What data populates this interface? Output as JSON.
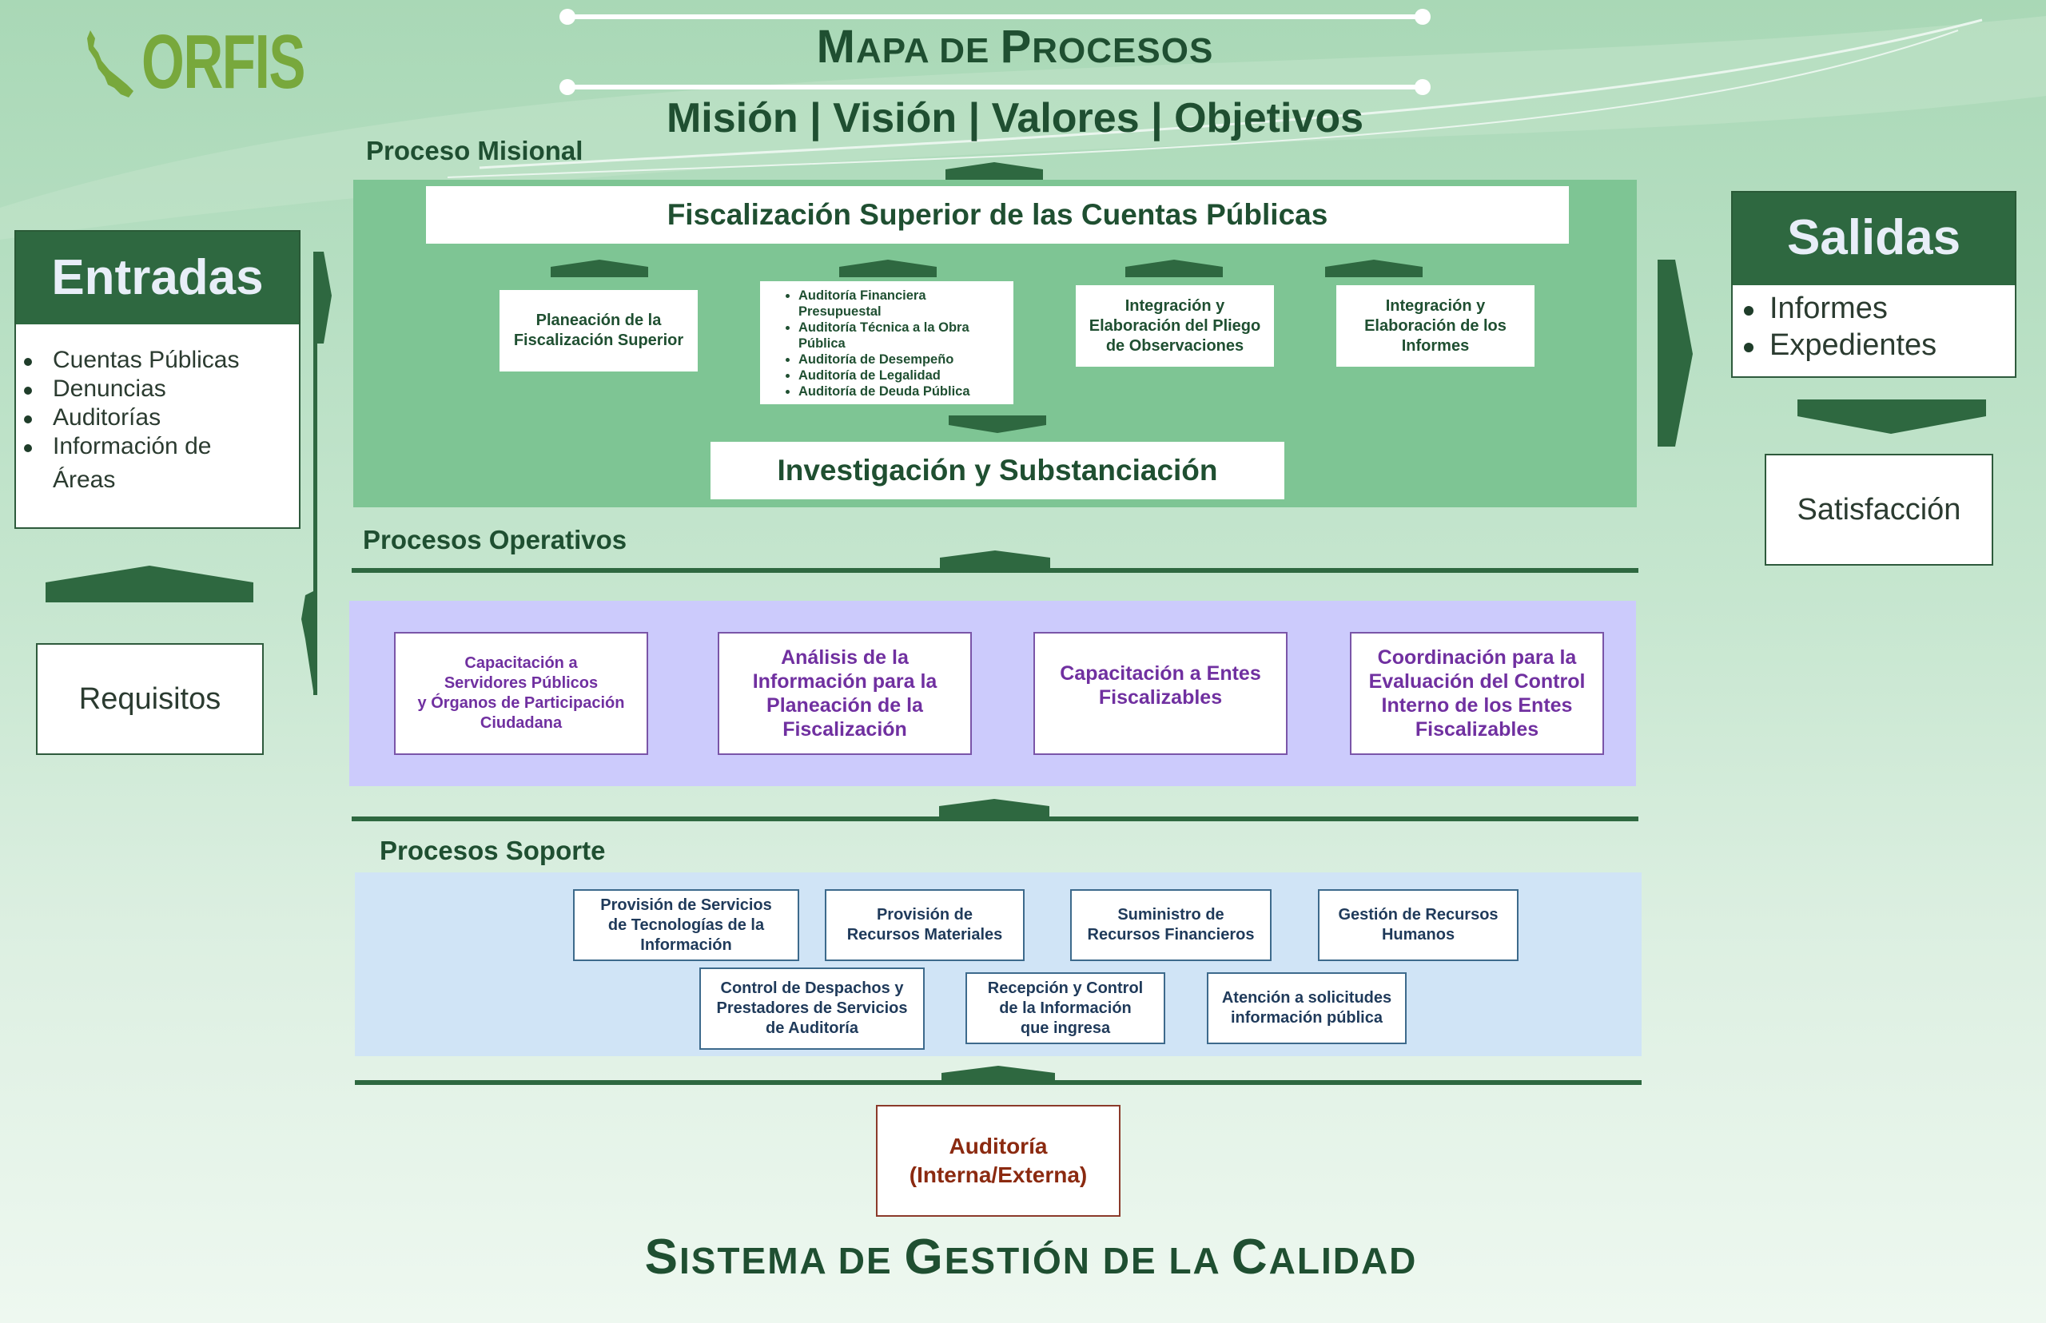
{
  "logo": {
    "text": "ORFIS"
  },
  "header": {
    "title_parts": [
      {
        "cap": "M",
        "rest": "APA DE "
      },
      {
        "cap": "P",
        "rest": "ROCESOS"
      }
    ],
    "subtitle": "Misión | Visión | Valores | Objetivos"
  },
  "entradas": {
    "title": "Entradas",
    "items": [
      "Cuentas Públicas",
      "Denuncias",
      "Auditorías",
      "Información de",
      "Áreas"
    ]
  },
  "requisitos": {
    "label": "Requisitos"
  },
  "salidas": {
    "title": "Salidas",
    "items": [
      "Informes",
      "Expedientes"
    ]
  },
  "satisfaccion": {
    "label": "Satisfacción"
  },
  "misional": {
    "label": "Proceso Misional",
    "main": "Fiscalización Superior de las Cuentas Públicas",
    "planeacion": [
      "Planeación de la",
      "Fiscalización Superior"
    ],
    "auditorias": [
      "Auditoría Financiera Presupuestal",
      "Auditoría Técnica a la Obra Pública",
      "Auditoría de Desempeño",
      "Auditoría de Legalidad",
      "Auditoría de Deuda Pública"
    ],
    "pliego": [
      "Integración y",
      "Elaboración del Pliego",
      "de Observaciones"
    ],
    "informes": [
      "Integración y",
      "Elaboración de los",
      "Informes"
    ],
    "investigacion": "Investigación y Substanciación"
  },
  "operativos": {
    "label": "Procesos Operativos",
    "boxes": [
      [
        "Capacitación a",
        "Servidores Públicos",
        "y Órganos de Participación",
        "Ciudadana"
      ],
      [
        "Análisis de la",
        "Información para la",
        "Planeación de la",
        "Fiscalización"
      ],
      [
        "Capacitación a Entes",
        "Fiscalizables"
      ],
      [
        "Coordinación para la",
        "Evaluación del Control",
        "Interno de los Entes",
        "Fiscalizables"
      ]
    ]
  },
  "soporte": {
    "label": "Procesos Soporte",
    "boxes": [
      [
        "Provisión de Servicios",
        "de Tecnologías de la",
        "Información"
      ],
      [
        "Provisión de",
        "Recursos Materiales"
      ],
      [
        "Suministro de",
        "Recursos Financieros"
      ],
      [
        "Gestión de Recursos",
        "Humanos"
      ],
      [
        "Control  de Despachos y",
        "Prestadores de Servicios",
        "de Auditoría"
      ],
      [
        "Recepción y Control",
        "de la Información",
        "que ingresa"
      ],
      [
        "Atención a solicitudes",
        "información pública"
      ]
    ]
  },
  "auditoria": {
    "lines": [
      "Auditoría",
      "(Interna/Externa)"
    ]
  },
  "footer": {
    "parts": [
      {
        "cap": "S",
        "rest": "ISTEMA DE "
      },
      {
        "cap": "G",
        "rest": "ESTIÓN DE LA "
      },
      {
        "cap": "C",
        "rest": "ALIDAD"
      }
    ]
  },
  "colors": {
    "dark_green": "#2e6840",
    "misional_bg": "#7ec594",
    "operativos_bg": "#cccbfc",
    "operativos_text": "#7030a0",
    "soporte_bg": "#d0e4f6",
    "auditoria_text": "#8b2a10",
    "logo_green": "#78a83c"
  }
}
